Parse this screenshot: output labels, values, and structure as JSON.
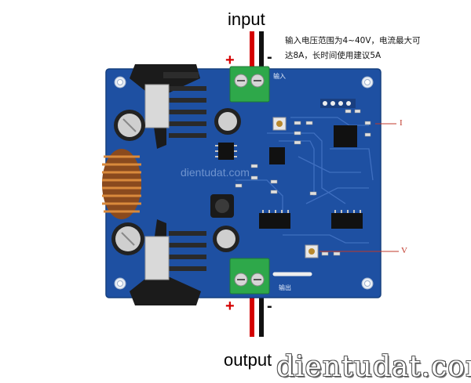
{
  "title_input": "input",
  "title_output": "output",
  "note_line1": "输入电压范围为4~40V，电流最大可",
  "note_line2": "达8A，长时间使用建议5A",
  "plus_sign": "+",
  "minus_sign": "-",
  "marker_current": "I",
  "marker_voltage": "V",
  "watermark": "dientudat.com",
  "board_watermark": "dientudat.com",
  "silk_in": "输入",
  "silk_out": "输出",
  "colors": {
    "board": "#1d4fa0",
    "terminal": "#2ea84a",
    "wire_red": "#d40000",
    "wire_black": "#111111"
  }
}
